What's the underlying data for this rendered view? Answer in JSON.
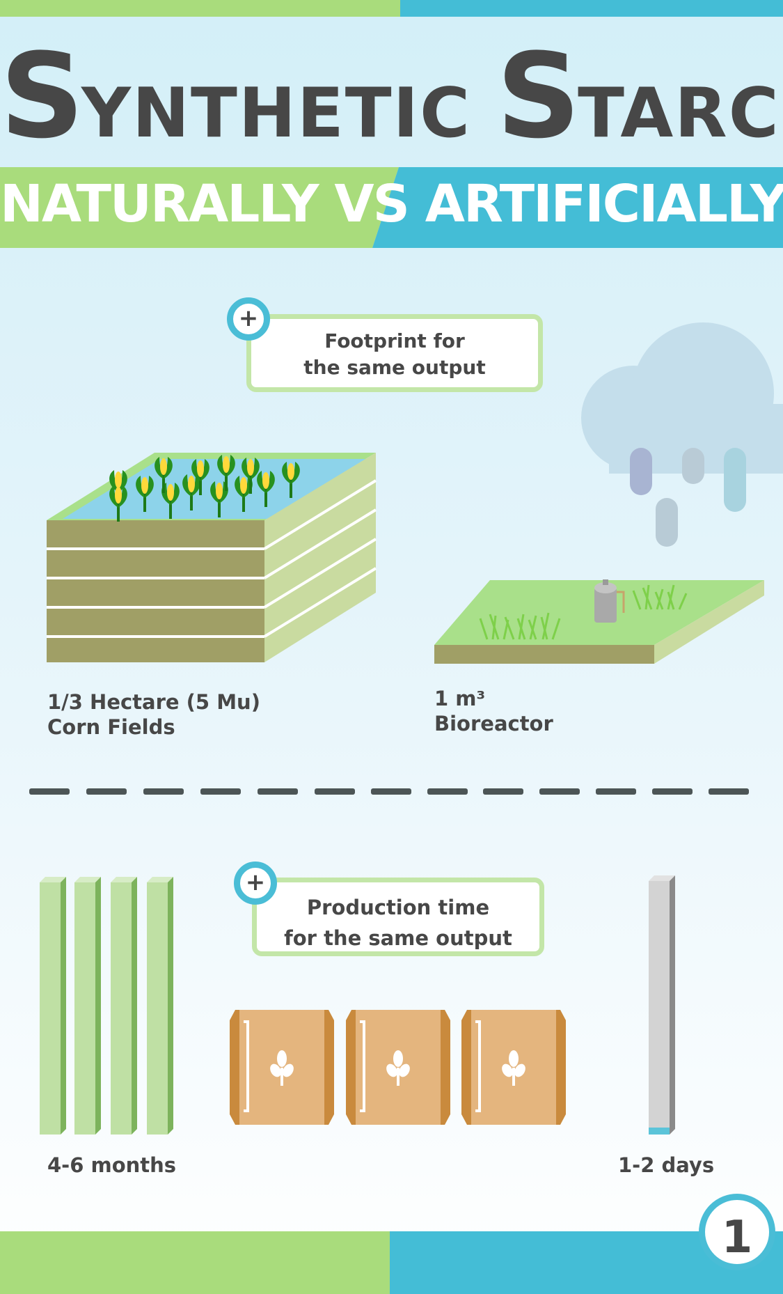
{
  "title": {
    "s1": "S",
    "rest1": "YNTHETIC ",
    "s2": "S",
    "rest2": "TARCH"
  },
  "subtitle": "NATURALLY VS ARTIFICIALLY",
  "section1": {
    "callout_line1": "Footprint for",
    "callout_line2": "the same output",
    "left_label_line1": "1/3 Hectare (5 Mu)",
    "left_label_line2": "Corn Fields",
    "right_label_line1": "1 m³",
    "right_label_line2": "Bioreactor"
  },
  "section2": {
    "callout_line1": "Production time",
    "callout_line2": "for the same output",
    "left_label": "4-6 months",
    "right_label": "1-2 days"
  },
  "plus_symbol": "+",
  "page_number": "1",
  "colors": {
    "green": "#a9dc7c",
    "blue": "#44bdd6",
    "title_gray": "#474747",
    "soil": "#a09f66",
    "box_side": "#c9dba0"
  }
}
